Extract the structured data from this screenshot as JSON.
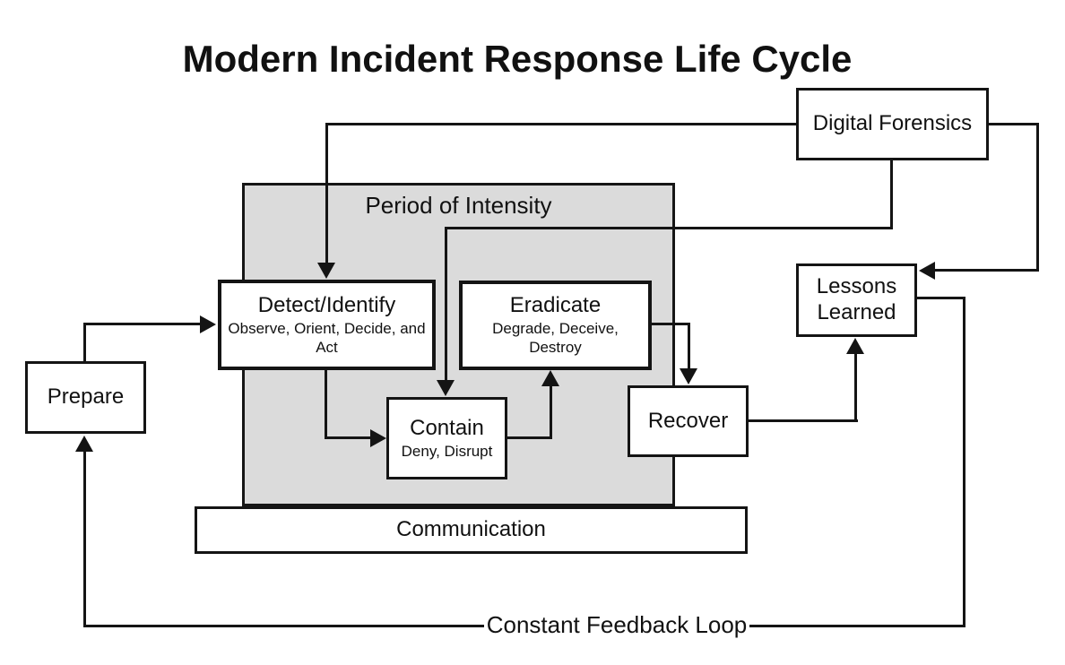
{
  "title": "Modern Incident Response Life Cycle",
  "region": {
    "label": "Period of Intensity"
  },
  "nodes": {
    "prepare": {
      "title": "Prepare"
    },
    "detect": {
      "title": "Detect/Identify",
      "subtitle": "Observe, Orient, Decide, and Act"
    },
    "eradicate": {
      "title": "Eradicate",
      "subtitle": "Degrade, Deceive, Destroy"
    },
    "contain": {
      "title": "Contain",
      "subtitle": "Deny, Disrupt"
    },
    "recover": {
      "title": "Recover"
    },
    "lessons": {
      "title": "Lessons Learned"
    },
    "forensics": {
      "title": "Digital Forensics"
    },
    "communication": {
      "title": "Communication"
    }
  },
  "labels": {
    "feedback_loop": "Constant Feedback Loop"
  },
  "colors": {
    "line": "#141414",
    "text": "#111111",
    "region_fill": "#dbdbdb",
    "box_fill": "#ffffff",
    "background": "#ffffff"
  }
}
